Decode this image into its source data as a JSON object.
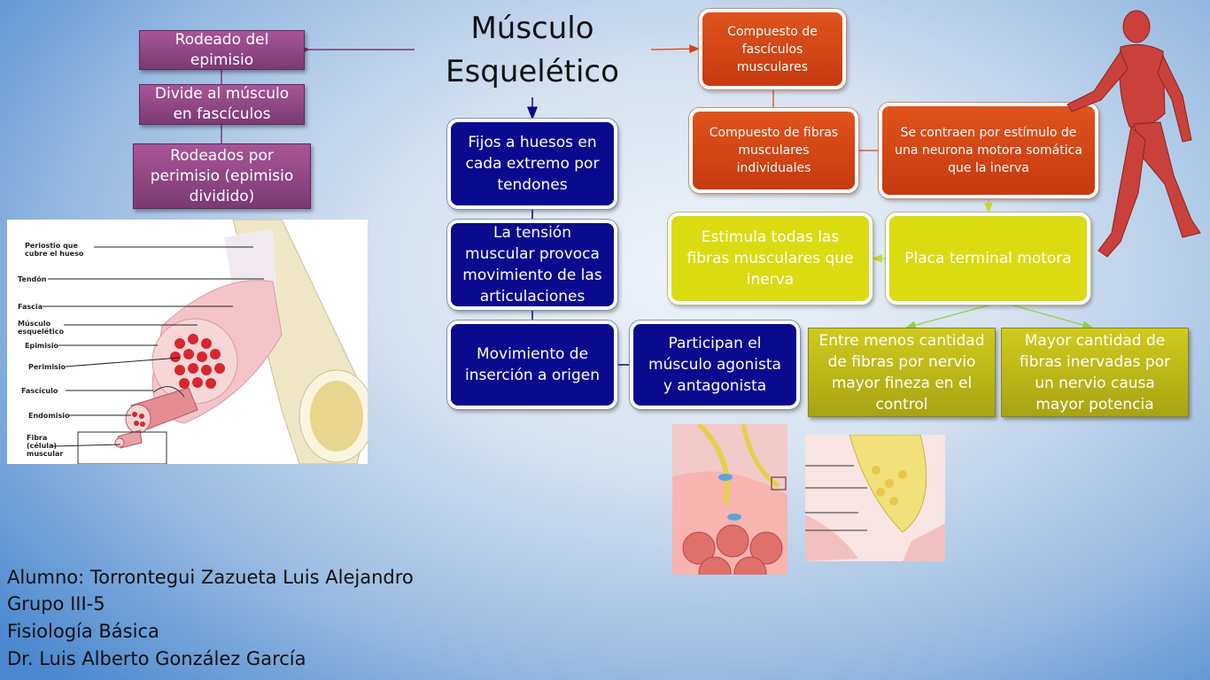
{
  "title": "Músculo Esquelético",
  "left_chain": [
    "Rodeado del epimisio",
    "Divide al músculo en fascículos",
    "Rodeados por perimisio (epimisio dividido)"
  ],
  "center_chain": {
    "fijos": "Fijos a huesos en cada extremo por tendones",
    "tension": "La tensión muscular provoca movimiento de las articulaciones",
    "movimiento": "Movimiento de inserción a origen",
    "participan": "Participan el músculo agonista y antagonista"
  },
  "right_chain": {
    "fasciculos": "Compuesto de fascículos musculares",
    "fibras": "Compuesto de fibras musculares individuales",
    "contraen": "Se contraen por estímulo de una neurona motora somática que la inerva",
    "placa": "Placa terminal motora",
    "estimula": "Estimula todas las fibras musculares que inerva",
    "menos": "Entre menos cantidad de fibras por nervio mayor fineza en el control",
    "mayor": "Mayor cantidad de fibras inervadas por un nervio causa mayor potencia"
  },
  "muscle_labels": [
    "Periostio que cubre el hueso",
    "Tendón",
    "Fascia",
    "Músculo esquelético",
    "Epimisio",
    "Perimisio",
    "Fascículo",
    "Endomisio",
    "Fibra (célula) muscular"
  ],
  "credits": [
    "Alumno: Torrontegui Zazueta Luis Alejandro",
    "Grupo III-5",
    "Fisiología Básica",
    "Dr. Luis Alberto González García"
  ],
  "colors": {
    "purple_box": "#8e4585",
    "blue_box": "#0a0a8e",
    "red_box": "#d2451a",
    "yellow_box": "#dbdb12",
    "olive_box": "#bab61a"
  }
}
